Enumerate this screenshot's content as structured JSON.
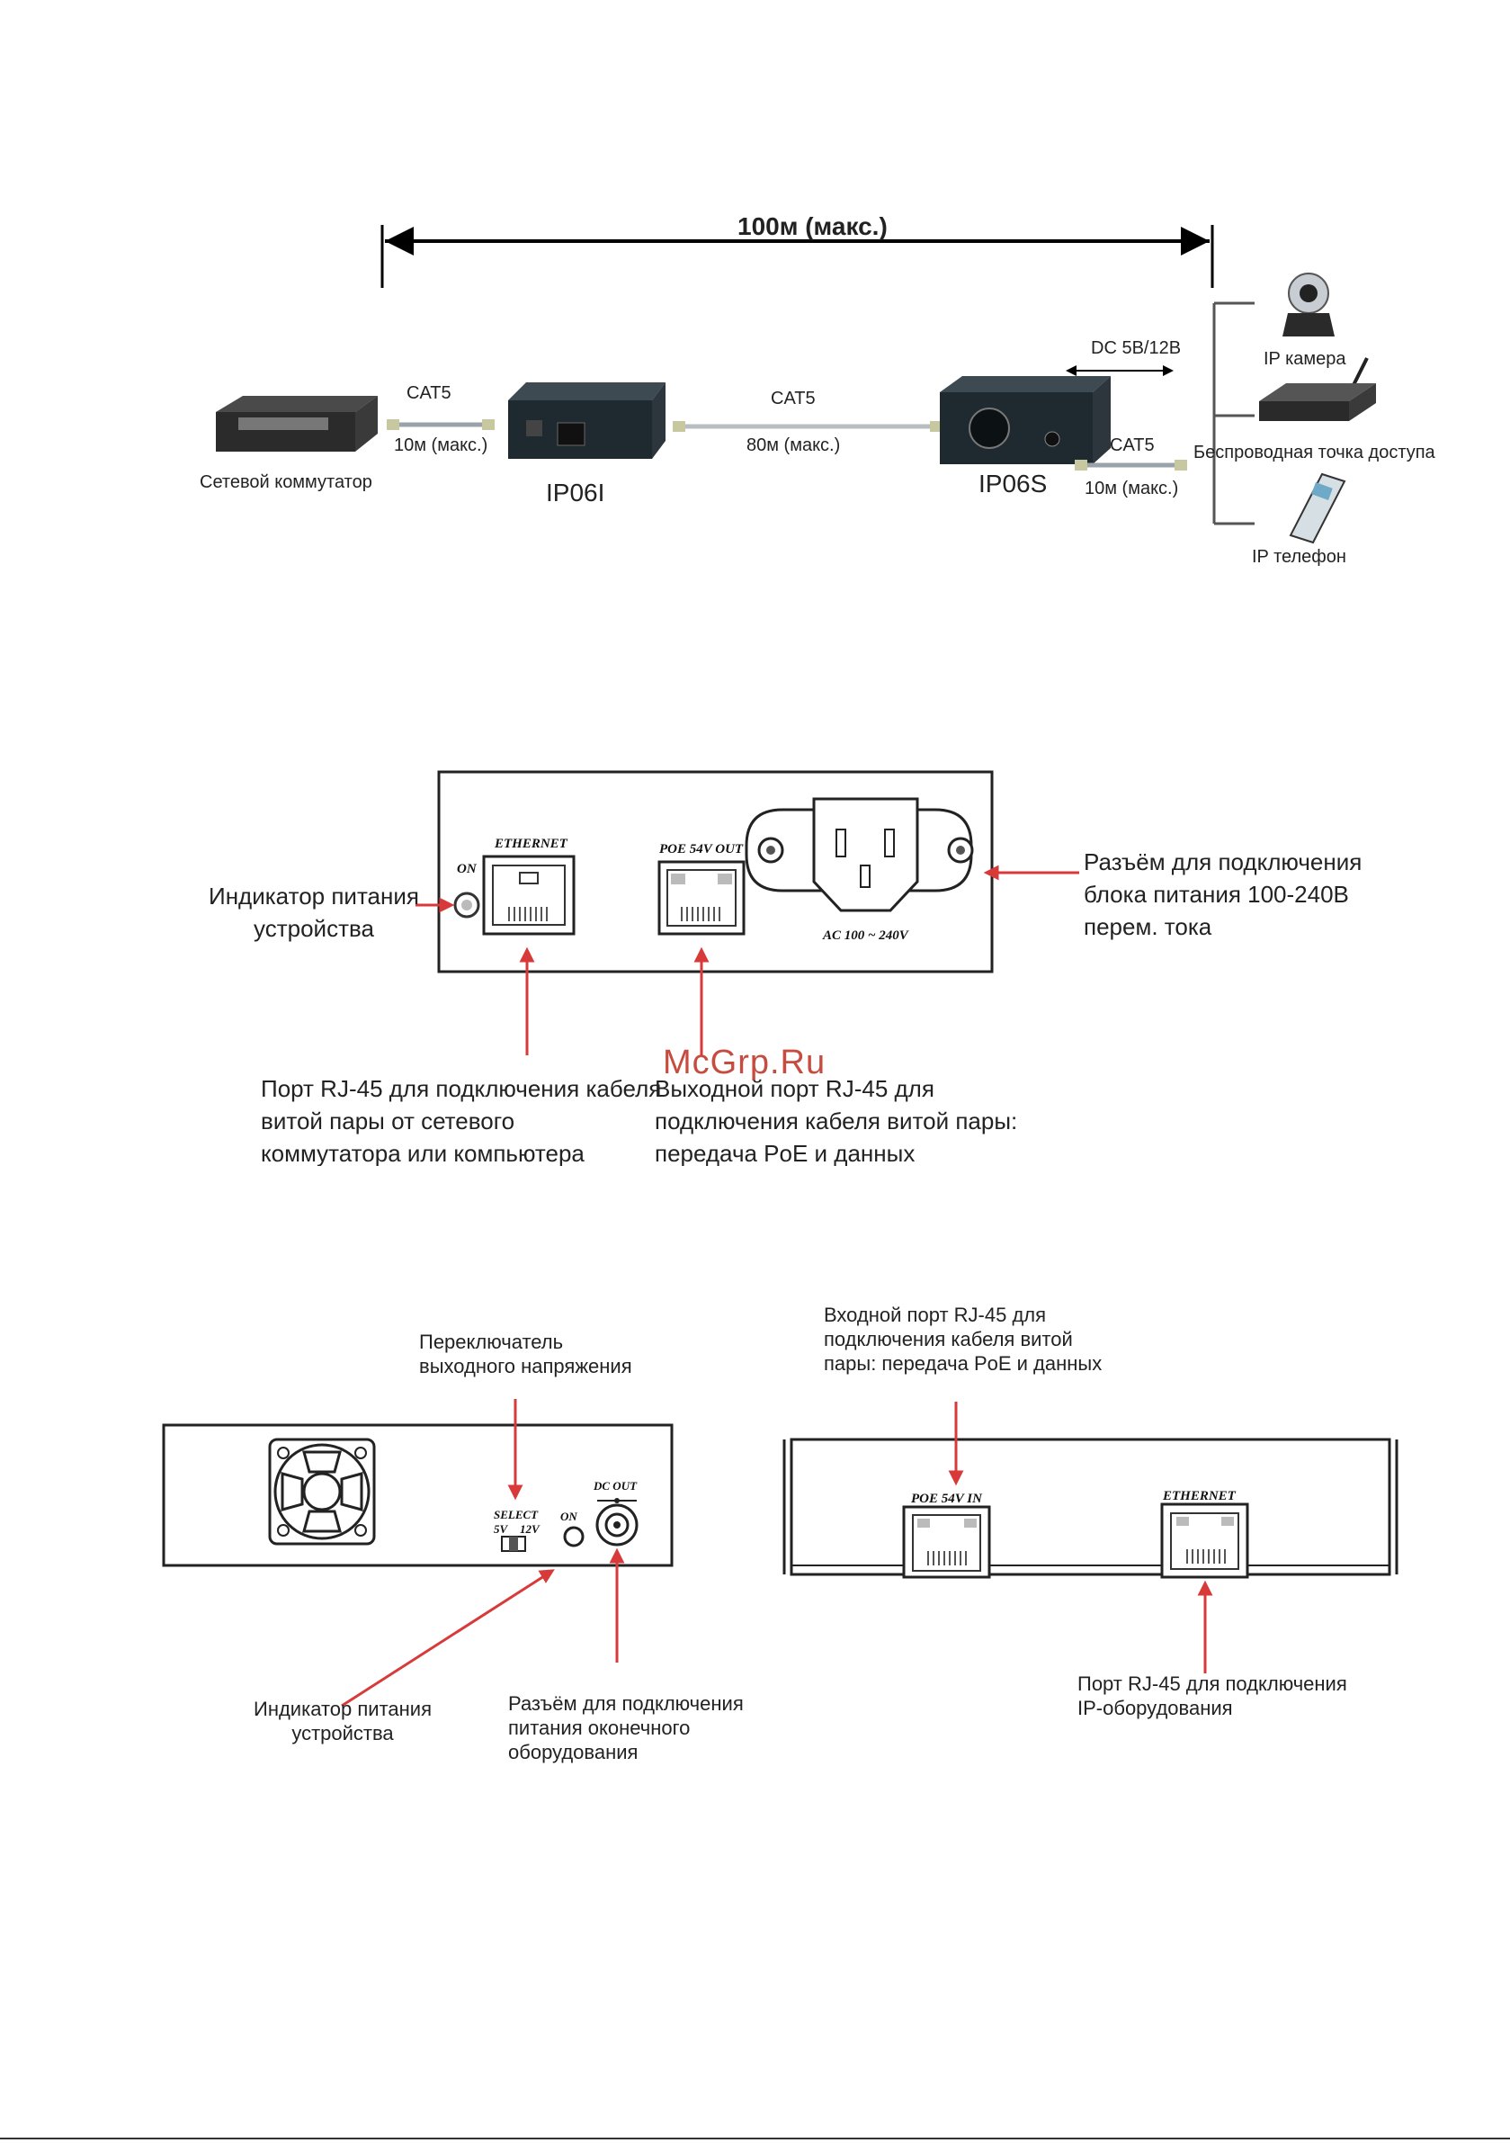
{
  "topology": {
    "distance_label": "100м (макс.)",
    "switch_label": "Сетевой коммутатор",
    "cable1": {
      "type": "CAT5",
      "length": "10м (макс.)"
    },
    "ip06i_label": "IP06I",
    "cable2": {
      "type": "CAT5",
      "length": "80м (макс.)"
    },
    "ip06s_label": "IP06S",
    "cable3": {
      "type": "CAT5",
      "length": "10м (макс.)"
    },
    "dc_label": "DC 5В/12В",
    "camera_label": "IP камера",
    "ap_label": "Беспроводная точка доступа",
    "phone_label": "IP телефон"
  },
  "injector_panel": {
    "on_label": "ON",
    "ethernet_label": "ETHERNET",
    "poe_out_label": "POE 54V OUT",
    "ac_label": "AC 100 ~ 240V",
    "power_indicator": "Индикатор питания\nустройства",
    "power_socket": "Разъём для подключения\nблока питания 100-240В\n перем. тока",
    "rj45_in": "Порт RJ-45 для подключения кабеля\nвитой  пары от сетевого\nкоммутатора или компьютера",
    "rj45_out": "Выходной порт RJ-45 для\nподключения кабеля витой пары:\nпередача PoE и данных"
  },
  "watermark": "McGrp.Ru",
  "splitter_front": {
    "select_label": "SELECT",
    "select_5v": "5V",
    "select_12v": "12V",
    "on_label": "ON",
    "dc_out_label": "DC OUT",
    "voltage_switch": "Переключатель\nвыходного напряжения",
    "power_indicator": "Индикатор питания\nустройства",
    "dc_connector": "Разъём для подключения\nпитания оконечного\nоборудования"
  },
  "splitter_back": {
    "poe_in_label": "POE 54V IN",
    "ethernet_label": "ETHERNET",
    "poe_in_caption": "Входной порт RJ-45 для\nподключения кабеля витой\nпары: передача PoE и данных",
    "ethernet_caption": "Порт RJ-45 для подключения\nIP-оборудования"
  }
}
